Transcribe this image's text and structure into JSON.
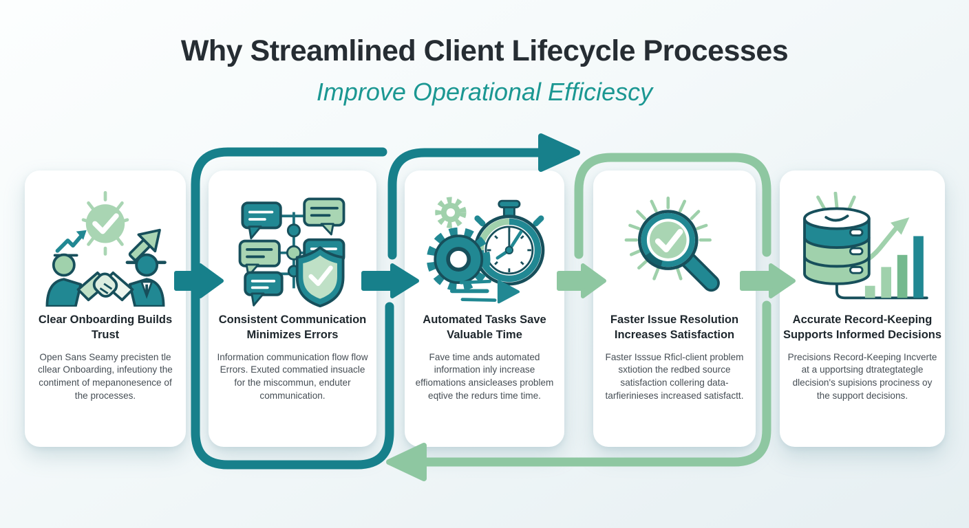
{
  "header": {
    "title": "Why Streamlined Client Lifecycle Processes",
    "subtitle": "Improve Operational Efficiescy"
  },
  "colors": {
    "title_text": "#262d33",
    "subtitle_teal": "#1b9792",
    "flow_teal": "#17808b",
    "flow_green": "#8ec7a1",
    "icon_dark_outline": "#174f5b",
    "icon_teal_fill": "#218893",
    "icon_light_green_fill": "#a0d1ac",
    "card_background": "#ffffff"
  },
  "cards": [
    {
      "icon": "handshake-growth-icon",
      "title": "Clear Onboarding Builds Trust",
      "body": "Open Sans Seamy precisten tle cllear Onboarding, infeutiony the contiment of mepanonesence of the processes."
    },
    {
      "icon": "communication-flow-shield-icon",
      "title": "Consistent Communication Minimizes Errors",
      "body": "Information communication flow flow Errors. Exuted commatied insuacle for the miscommun, enduter communication."
    },
    {
      "icon": "gears-stopwatch-icon",
      "title": "Automated Tasks Save Valuable Time",
      "body": "Fave time ands automated information inly increase effiomations ansicleases problem eqtive the redurs time time."
    },
    {
      "icon": "magnifier-checkmark-icon",
      "title": "Faster Issue Resolution Increases Satisfaction",
      "body": "Faster Isssue Rficl-client problem sxtiotion the redbed source satisfaction collering data-tarfierinieses increased satisfactt."
    },
    {
      "icon": "database-bar-chart-icon",
      "title": "Accurate Record-Keeping Supports Informed Decisions",
      "body": "Precisions Record-Keeping Incverte at a upportsing dtrategtategle dlecision's supisions prociness oy the support decisions."
    }
  ],
  "flow": {
    "step_arrows": [
      {
        "between": "card-1-and-card-2",
        "color": "#17808b",
        "direction": "right"
      },
      {
        "between": "card-2-and-card-3",
        "color": "#17808b",
        "direction": "right"
      },
      {
        "between": "card-3-and-card-4",
        "color": "#8ec7a1",
        "direction": "right"
      },
      {
        "between": "card-4-and-card-5",
        "color": "#8ec7a1",
        "direction": "right"
      }
    ],
    "loops": [
      {
        "around": "card-2",
        "color": "#17808b",
        "forward_arrow": "over card-3 pointing right"
      },
      {
        "around": "card-4",
        "color": "#8ec7a1",
        "return_arrow": "along bottom pointing left"
      }
    ]
  }
}
